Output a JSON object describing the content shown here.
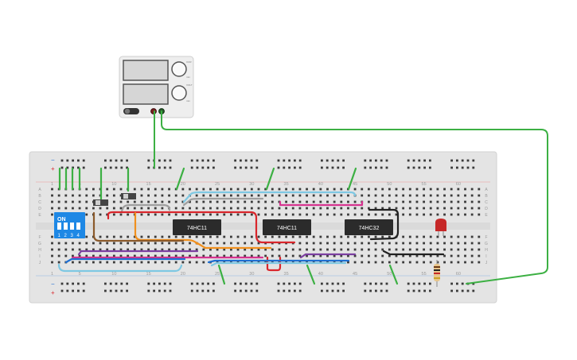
{
  "power_supply": {
    "knob_top_label_a": "CUR",
    "knob_top_label_b": "min",
    "knob_bottom_label_a": "VOLT",
    "knob_bottom_label_b": "min",
    "tiny_text": "",
    "terminal_neg_color": "#c0392b",
    "terminal_pos_color": "#2e7d32"
  },
  "breadboard": {
    "col_numbers_top": [
      "1",
      "5",
      "10",
      "15",
      "20",
      "25",
      "30",
      "35",
      "40",
      "45",
      "50",
      "55",
      "60"
    ],
    "col_numbers_bottom": [
      "1",
      "5",
      "10",
      "15",
      "20",
      "25",
      "30",
      "35",
      "40",
      "45",
      "50",
      "55",
      "60"
    ],
    "row_letters_upper": [
      "A",
      "B",
      "C",
      "D",
      "E"
    ],
    "row_letters_lower": [
      "F",
      "G",
      "H",
      "I",
      "J"
    ],
    "rail_plus": "+",
    "rail_minus": "−"
  },
  "dip_switch": {
    "label_on": "ON",
    "numbers": [
      "1",
      "2",
      "3",
      "4"
    ],
    "color": "#1e88e5"
  },
  "chips": [
    {
      "label": "74HC11"
    },
    {
      "label": "74HC11"
    },
    {
      "label": "74HC32"
    }
  ],
  "led": {
    "color": "#c62828"
  },
  "colors": {
    "wire_green": "#3cb043",
    "wire_red": "#d9262c",
    "wire_orange": "#f0901e",
    "wire_brown": "#8b5a2b",
    "wire_gray": "#9e9e9e",
    "wire_blue": "#1f6fd1",
    "wire_lightblue": "#7ec8e3",
    "wire_purple": "#7b3fa0",
    "wire_pink": "#d6338f",
    "wire_black": "#222222"
  }
}
